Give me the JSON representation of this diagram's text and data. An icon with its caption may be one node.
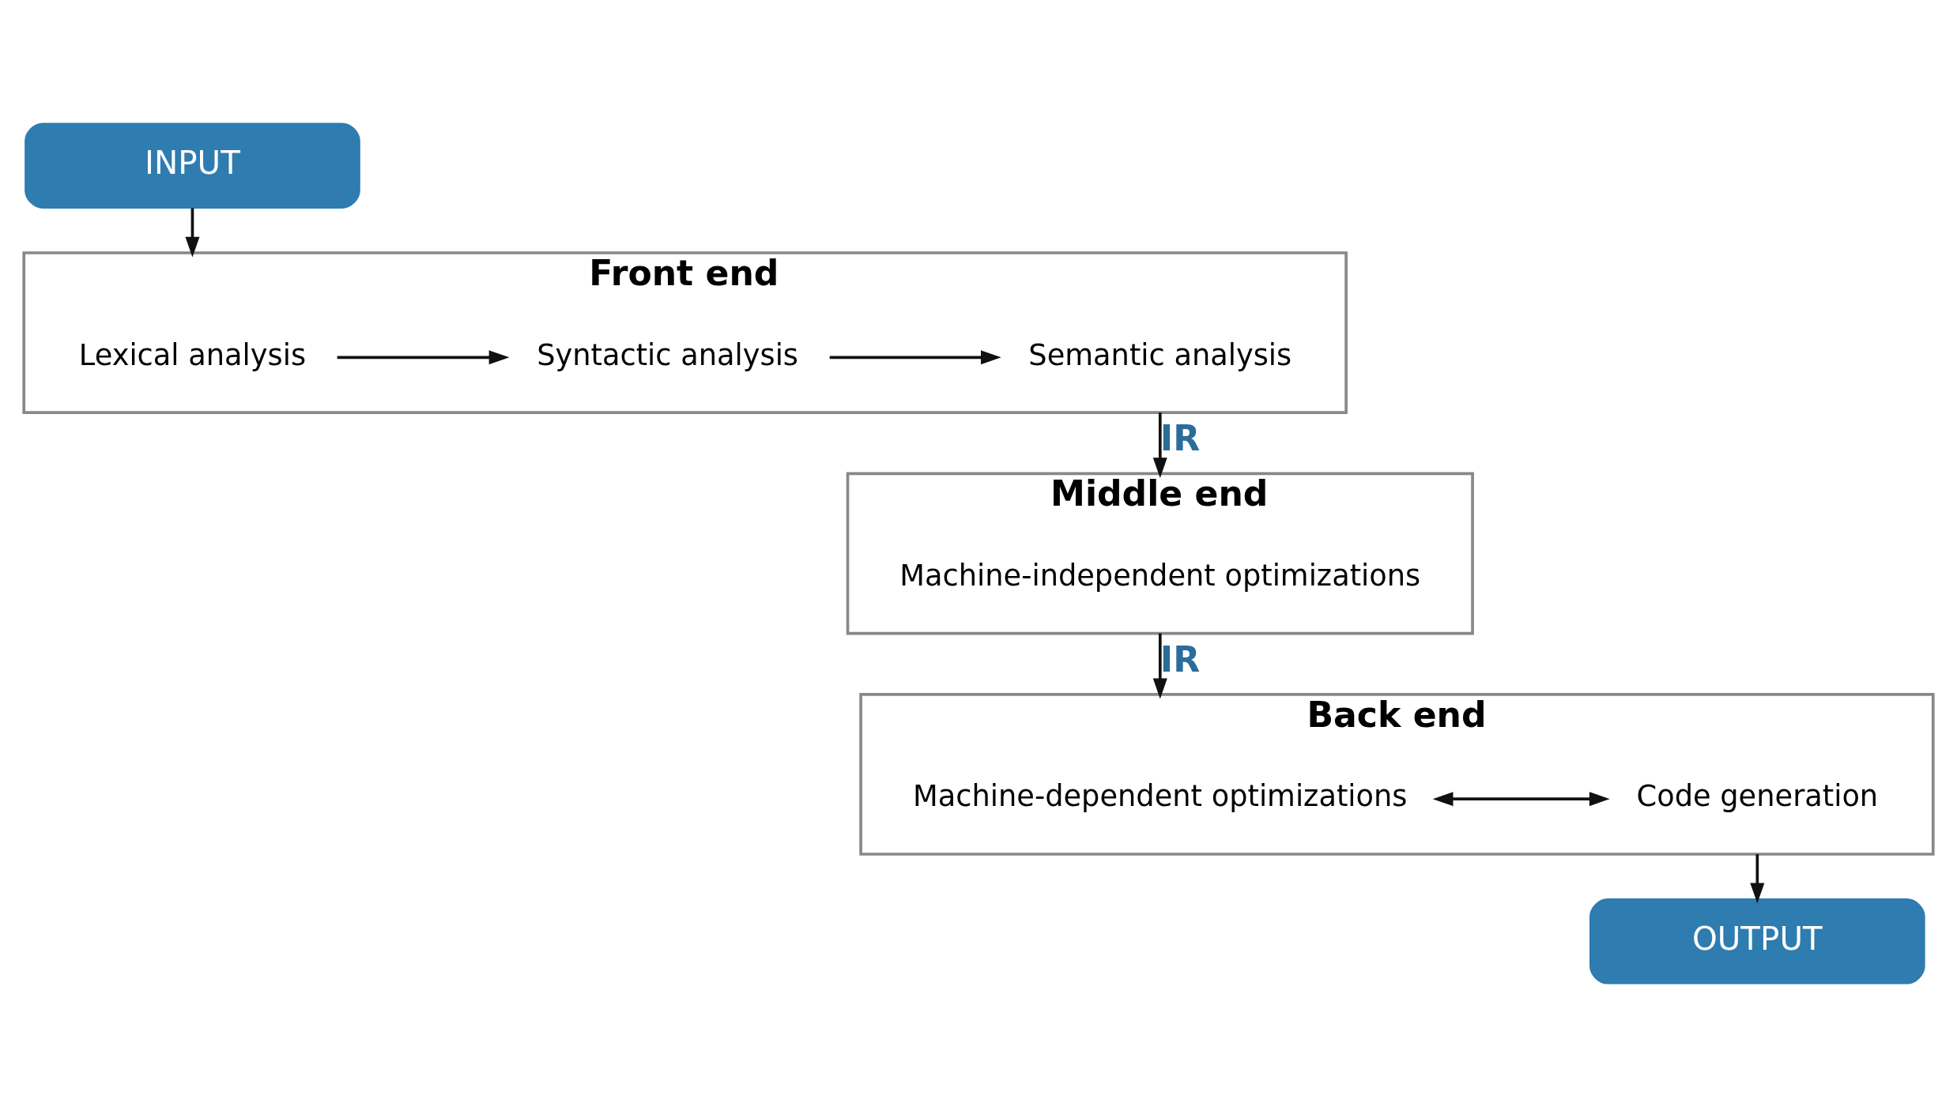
{
  "diagram": {
    "nodes": [
      {
        "text": [
          "INPUT"
        ]
      },
      {
        "text": [
          "Front end"
        ]
      },
      {
        "text": [
          "Lexical analysis"
        ],
        "in": 1
      },
      {
        "text": [
          "Syntactic analysis"
        ],
        "in": 1
      },
      {
        "text": [
          "Semantic analysis"
        ],
        "in": 1
      },
      {
        "text": [
          "Middle end"
        ]
      },
      {
        "text": [
          "Machine-independent optimizations"
        ],
        "in": 5
      },
      {
        "text": [
          "Back end"
        ]
      },
      {
        "text": [
          "Machine-dependent optimizations"
        ],
        "in": 7
      },
      {
        "text": [
          "Code generation"
        ],
        "in": 7
      },
      {
        "text": [
          "OUTPUT"
        ]
      }
    ],
    "edges": [
      {
        "from": 0,
        "to": 1,
        "arrow": "to"
      },
      {
        "from": 2,
        "to": 3,
        "arrow": "to"
      },
      {
        "from": 3,
        "to": 4,
        "arrow": "to"
      },
      {
        "from": 1,
        "to": 5,
        "arrow": "to",
        "label": "IR"
      },
      {
        "from": 5,
        "to": 7,
        "arrow": "to",
        "label": "IR"
      },
      {
        "from": 8,
        "to": 9,
        "arrow": "both"
      },
      {
        "from": 7,
        "to": 10,
        "arrow": "to"
      }
    ]
  }
}
